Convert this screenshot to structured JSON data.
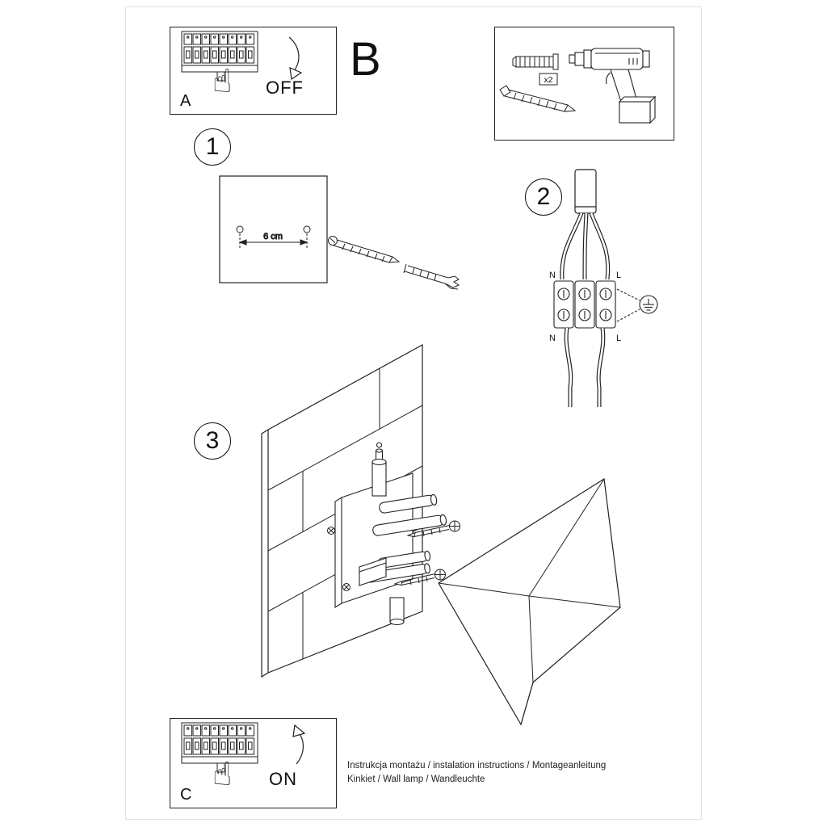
{
  "panel_a": {
    "label": "A",
    "state": "OFF"
  },
  "section_b": {
    "label": "B",
    "plug_count": "x2"
  },
  "steps": {
    "one": "1",
    "two": "2",
    "three": "3"
  },
  "step1": {
    "hole_distance": "6 cm"
  },
  "step2": {
    "top_left": "N",
    "top_right": "L",
    "bottom_left": "N",
    "bottom_right": "L"
  },
  "panel_c": {
    "label": "C",
    "state": "ON"
  },
  "icons": {
    "hand": "☝"
  },
  "footer": {
    "line1": "Instrukcja montażu / instalation instructions / Montageanleitung",
    "line2": "Kinkiet / Wall lamp / Wandleuchte"
  }
}
